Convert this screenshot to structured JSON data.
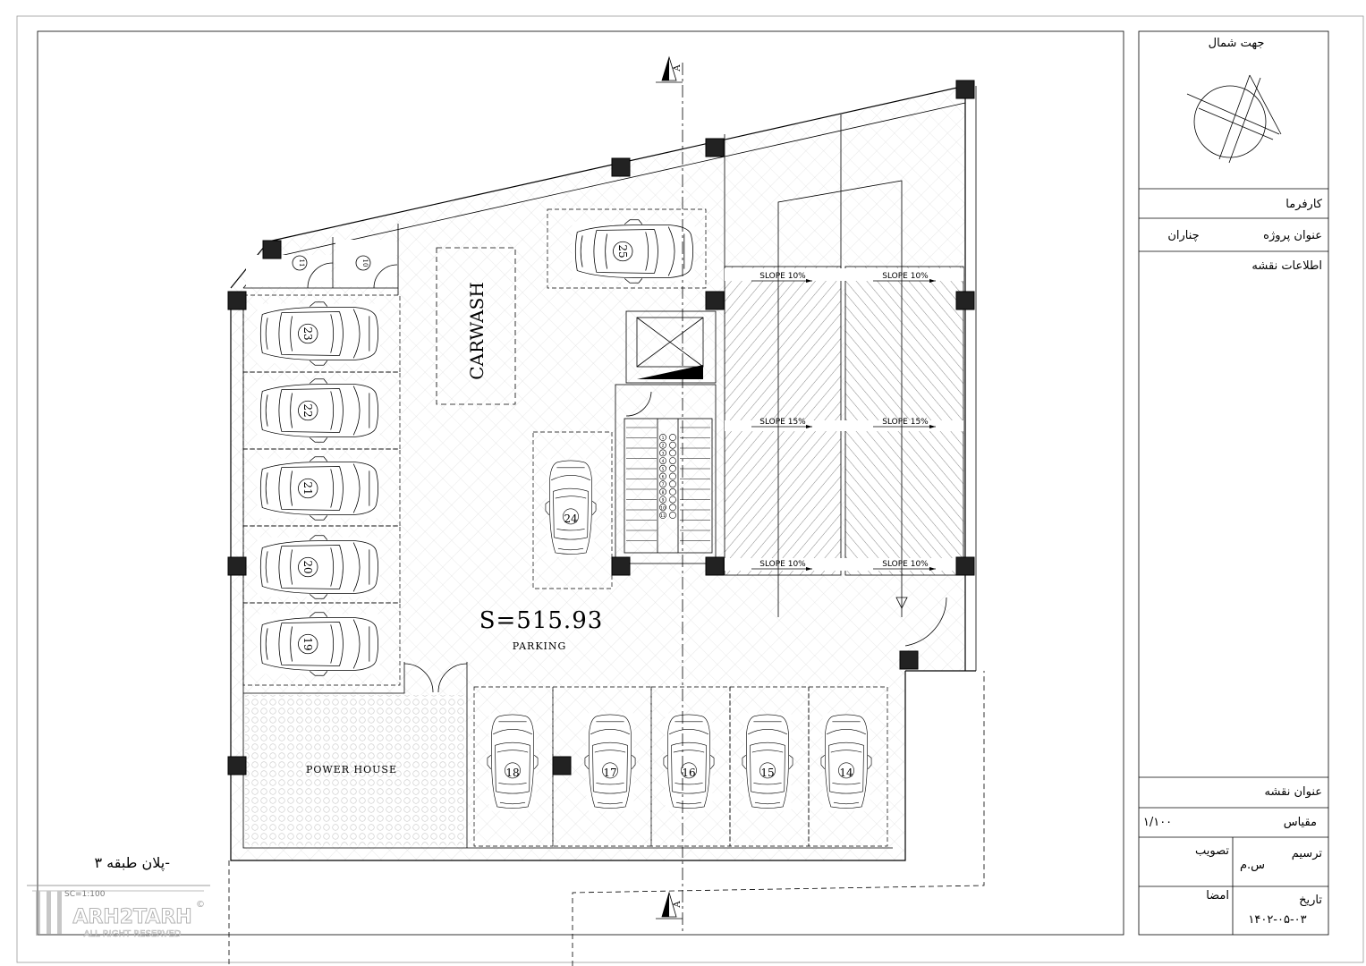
{
  "sheet": {
    "north_label": "جهت شمال",
    "client_label": "کارفرما",
    "project_label": "عنوان پروژه",
    "project_value": "چناران",
    "map_info_label": "اطلاعات نقشه",
    "drawing_title_label": "عنوان نقشه",
    "scale_label": "مقیاس",
    "scale_value": "۱/۱۰۰",
    "drawn_label": "ترسیم",
    "drawn_value": "س.م",
    "approved_label": "تصویب",
    "date_label": "تاریخ",
    "date_value": "۱۴۰۲-۰۵-۰۳",
    "sign_label": "امضا"
  },
  "plan": {
    "title": "پلان طبقه ۳-",
    "scale_note": "SC=1:100",
    "area": "S=515.93",
    "parking_label": "PARKING",
    "carwash_label": "CARWASH",
    "power_house_label": "POWER HOUSE",
    "section_mark": "A",
    "slopes": [
      "SLOPE 10%",
      "SLOPE 10%",
      "SLOPE 15%",
      "SLOPE 15%",
      "SLOPE 10%",
      "SLOPE 10%"
    ],
    "storage_numbers": [
      "11",
      "10"
    ],
    "stair_numbers": [
      "1",
      "2",
      "3",
      "4",
      "5",
      "6",
      "7",
      "8",
      "9",
      "10",
      "11"
    ],
    "parking_spaces": [
      "23",
      "22",
      "21",
      "20",
      "19",
      "25",
      "24",
      "18",
      "17",
      "16",
      "15",
      "14"
    ]
  },
  "watermark": {
    "brand": "ARH2TARH",
    "rights": "ALL RIGHT RESERVED",
    "copyright": "©"
  }
}
